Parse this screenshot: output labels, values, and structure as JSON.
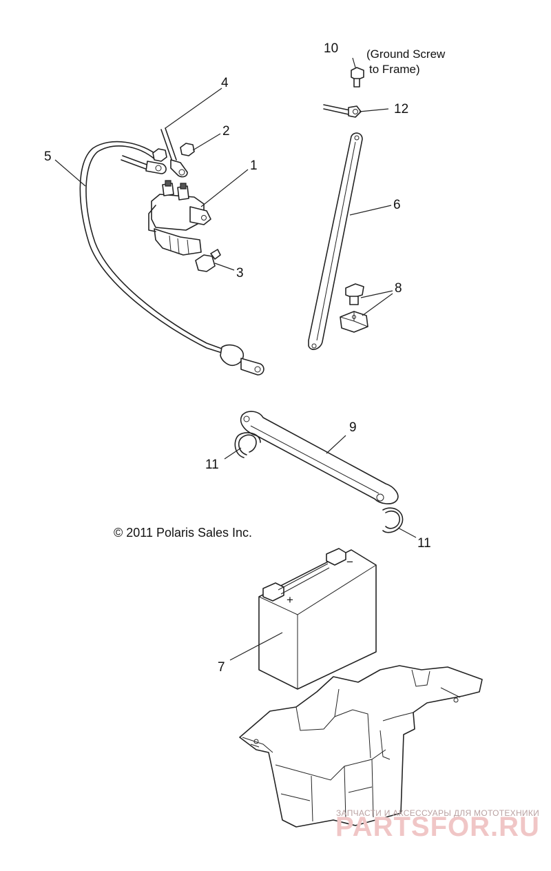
{
  "callouts": {
    "c1": "1",
    "c2": "2",
    "c3": "3",
    "c4": "4",
    "c5": "5",
    "c6": "6",
    "c7": "7",
    "c8": "8",
    "c9": "9",
    "c10": "10",
    "c11a": "11",
    "c11b": "11",
    "c12": "12"
  },
  "notes": {
    "ground_line1": "(Ground Screw",
    "ground_line2": "to Frame)"
  },
  "copyright": "© 2011 Polaris Sales Inc.",
  "battery_marks": {
    "minus": "−",
    "plus": "+"
  },
  "watermark": {
    "tagline": "ЗАПЧАСТИ И АКСЕССУАРЫ ДЛЯ МОТОТЕХНИКИ",
    "logo": "PARTSFOR.RU"
  }
}
